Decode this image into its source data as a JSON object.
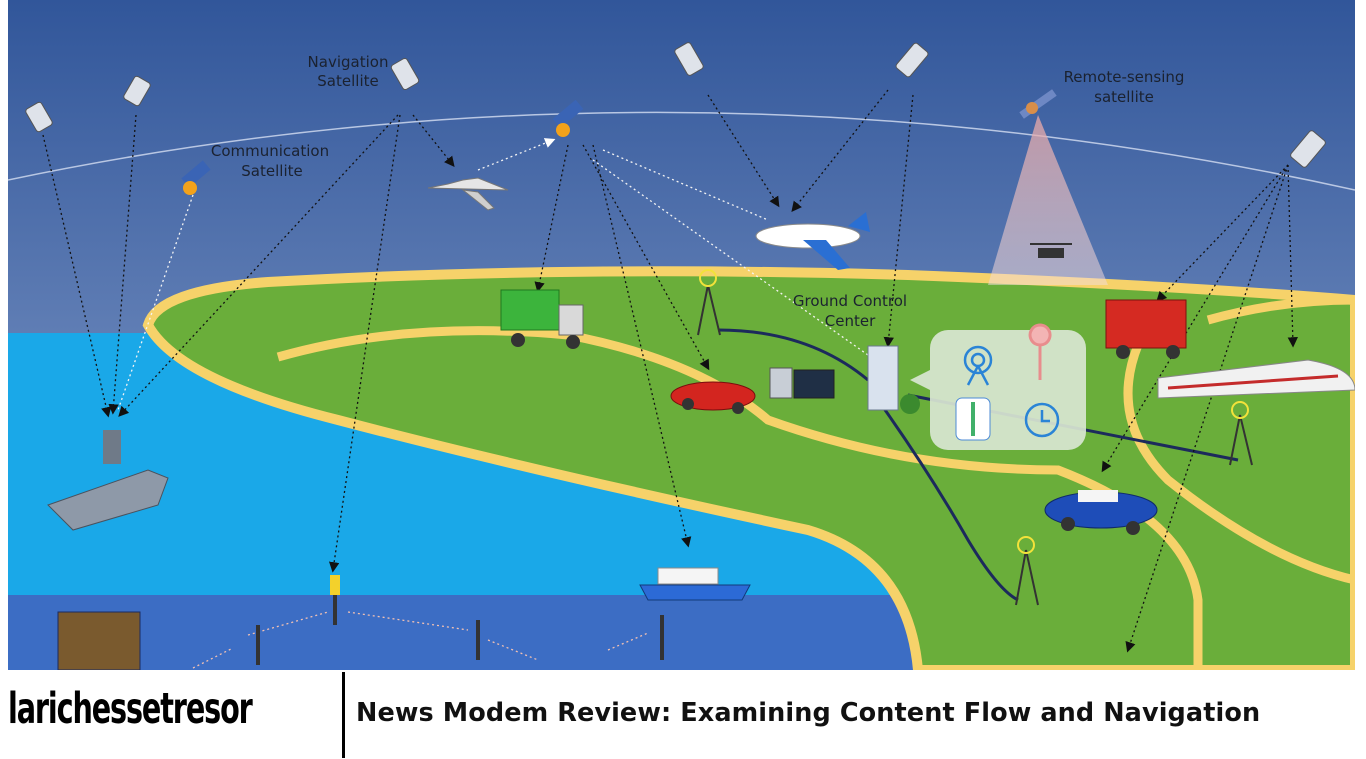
{
  "illustration": {
    "labels": {
      "navigation_satellite_line1": "Navigation",
      "navigation_satellite_line2": "Satellite",
      "communication_satellite_line1": "Communication",
      "communication_satellite_line2": "Satellite",
      "remote_sensing_line1": "Remote-sensing",
      "remote_sensing_line2": "satellite",
      "ground_control_line1": "Ground Control",
      "ground_control_line2": "Center"
    },
    "colors": {
      "sky_top": "#31569a",
      "sky_bottom": "#8ea5cf",
      "ocean": "#1aa8e8",
      "deep_sea": "#3c6dc4",
      "land": "#6aae3a",
      "road": "#f6d26a",
      "cable": "#1c2a5c"
    },
    "icons": {
      "tower": "radio-tower-icon",
      "map_pin": "map-pin-icon",
      "map": "map-icon",
      "clock": "clock-icon"
    }
  },
  "footer": {
    "brand": "lariches­setresor",
    "headline": "News Modem Review: Examining Content Flow and Navigation"
  }
}
